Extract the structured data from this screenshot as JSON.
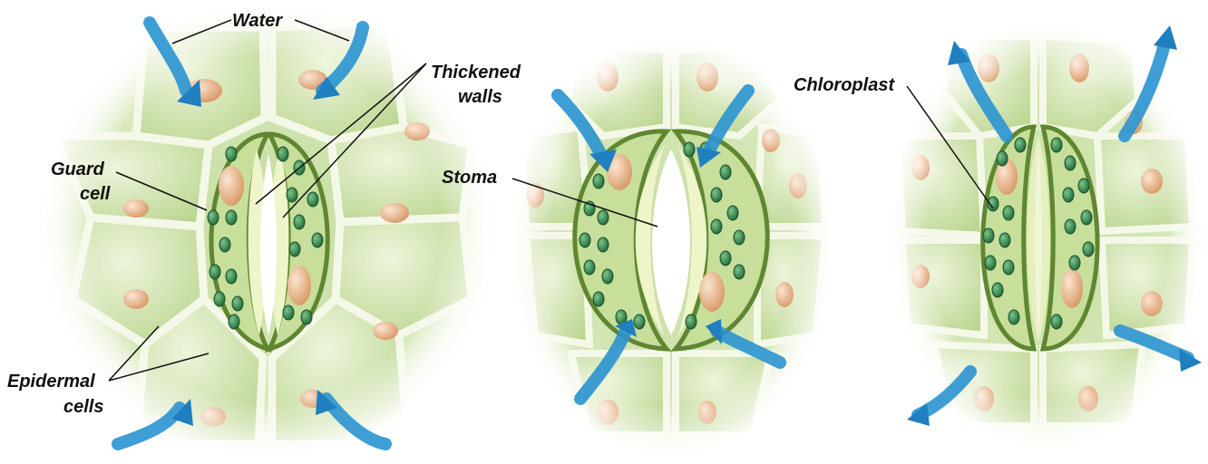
{
  "labels": {
    "water": "Water",
    "thickened_walls_line1": "Thickened",
    "thickened_walls_line2": "walls",
    "guard_cell_line1": "Guard",
    "guard_cell_line2": "cell",
    "epidermal_cells_line1": "Epidermal",
    "epidermal_cells_line2": "cells",
    "stoma": "Stoma",
    "chloroplast": "Chloroplast"
  },
  "colors": {
    "cell_fill": "#cfe3ad",
    "cell_fill_light": "#e6f0cf",
    "cell_wall": "#f3f6e6",
    "wall_shadow": "#a9c487",
    "guard_fill": "#b9d48a",
    "guard_border": "#5c7f2c",
    "chloroplast": "#2f8a4a",
    "chloroplast_dark": "#1f5e33",
    "nucleus": "#e7b089",
    "arrow": "#2a93d0",
    "stoma_gap": "#ffffff",
    "label_text": "#111111"
  },
  "panels": [
    {
      "name": "panel-left"
    },
    {
      "name": "panel-middle"
    },
    {
      "name": "panel-right"
    }
  ]
}
